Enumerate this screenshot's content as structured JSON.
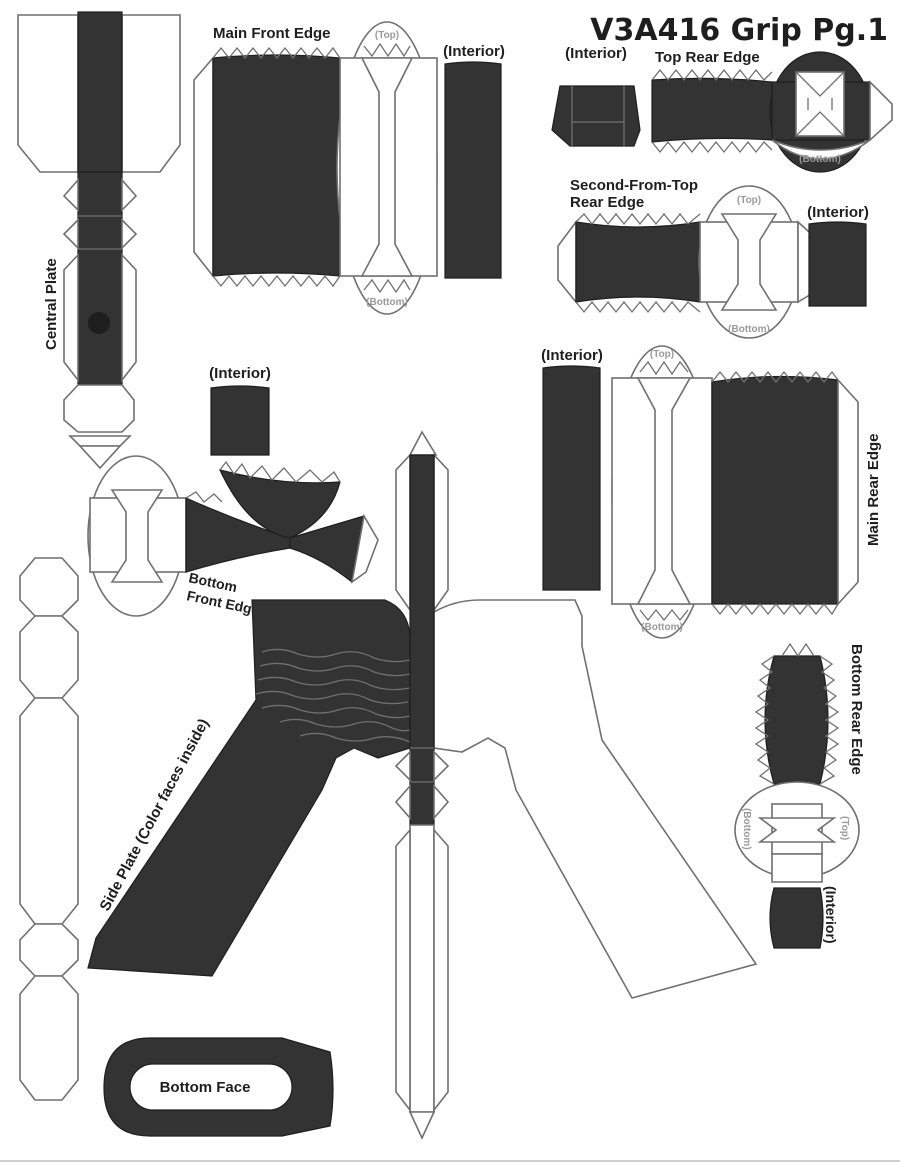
{
  "title": "V3A416 Grip Pg.1",
  "labels": {
    "main_front_edge": "Main Front Edge",
    "interior": "(Interior)",
    "top": "(Top)",
    "bottom": "(Bottom)",
    "top_rear_edge": "Top Rear Edge",
    "second_from_top_line1": "Second-From-Top",
    "second_from_top_line2": "Rear Edge",
    "central_plate": "Central Plate",
    "main_rear_edge": "Main Rear Edge",
    "bottom_front_edge_line1": "Bottom",
    "bottom_front_edge_line2": "Front Edge",
    "side_plate": "Side Plate (Color faces inside)",
    "bottom_rear_edge": "Bottom Rear Edge",
    "bottom_face": "Bottom Face"
  },
  "colors": {
    "fill_dark": "#333333",
    "outline": "#707070",
    "text": "#1e1e1e"
  }
}
